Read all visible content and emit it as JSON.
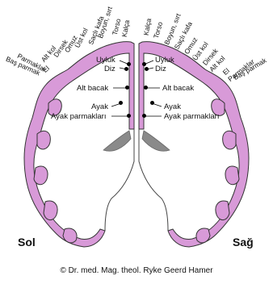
{
  "colors": {
    "cortex": "#d89ad8",
    "outline": "#333333",
    "ventricle": "#8a8a8a"
  },
  "sides": {
    "left": "Sol",
    "right": "Sağ"
  },
  "copyright": "© Dr. med. Mag. theol. Ryke Geerd Hamer",
  "left_outer": {
    "kalca": "Kalça",
    "torso": "Torso",
    "boyun": "Boyun, sırt",
    "sacli": "Saçlı kafa",
    "ust_kol": "Üst kol",
    "omuz": "Omuz",
    "dirsek": "Dirsek",
    "alt_kol": "Alt kol",
    "el": "El",
    "parmaklar": "Parmaklar",
    "bas_parmak": "Baş parmak"
  },
  "right_outer": {
    "kalca": "Kalça",
    "torso": "Torso",
    "boyun": "Boyun, sırt",
    "sacli": "Saçlı kafa",
    "omuz": "Omuz",
    "ust_kol": "Üst kol",
    "dirsek": "Dirsek",
    "alt_kol": "Alt kol",
    "el": "El",
    "parmaklar": "Parmaklar",
    "bas_parmak": "Baş parmak"
  },
  "inner_left": {
    "uyluk": "Uyluk",
    "diz": "Diz",
    "alt_bacak": "Alt bacak",
    "ayak": "Ayak",
    "ayak_parmaklari": "Ayak parmakları"
  },
  "inner_right": {
    "uyluk": "Uyluk",
    "diz": "Diz",
    "alt_bacak": "Alt bacak",
    "ayak": "Ayak",
    "ayak_parmaklari": "Ayak parmakları"
  }
}
